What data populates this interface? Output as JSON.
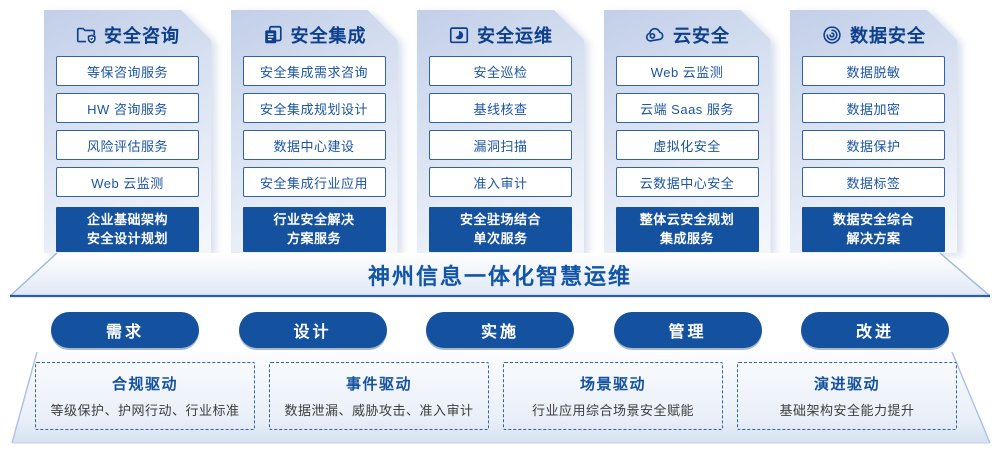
{
  "colors": {
    "primary_blue": "#14519E",
    "navy_text": "#0D3F8C",
    "item_border_blue": "#2E62AB",
    "item_text_blue": "#1B55A3",
    "banner_text_blue": "#1254A8",
    "description_gray": "#3D3D3D"
  },
  "columns": [
    {
      "icon": "folder-shield-icon",
      "title": "安全咨询",
      "items": [
        "等保咨询服务",
        "HW 咨询服务",
        "风险评估服务",
        "Web 云监测"
      ],
      "footer": "企业基础架构\n安全设计规划"
    },
    {
      "icon": "copy-docs-icon",
      "title": "安全集成",
      "items": [
        "安全集成需求咨询",
        "安全集成规划设计",
        "数据中心建设",
        "安全集成行业应用"
      ],
      "footer": "行业安全解决\n方案服务"
    },
    {
      "icon": "folder-chart-icon",
      "title": "安全运维",
      "items": [
        "安全巡检",
        "基线核查",
        "漏洞扫描",
        "准入审计"
      ],
      "footer": "安全驻场结合\n单次服务"
    },
    {
      "icon": "cloud-icon",
      "title": "云安全",
      "items": [
        "Web 云监测",
        "云端 Saas 服务",
        "虚拟化安全",
        "云数据中心安全"
      ],
      "footer": "整体云安全规划\n集成服务"
    },
    {
      "icon": "fingerprint-icon",
      "title": "数据安全",
      "items": [
        "数据脱敏",
        "数据加密",
        "数据保护",
        "数据标签"
      ],
      "footer": "数据安全综合\n解决方案"
    }
  ],
  "banner": {
    "title": "神州信息一体化智慧运维"
  },
  "phases": [
    "需求",
    "设计",
    "实施",
    "管理",
    "改进"
  ],
  "drivers": [
    {
      "title": "合规驱动",
      "desc": "等级保护、护网行动、行业标准"
    },
    {
      "title": "事件驱动",
      "desc": "数据泄漏、威胁攻击、准入审计"
    },
    {
      "title": "场景驱动",
      "desc": "行业应用综合场景安全赋能"
    },
    {
      "title": "演进驱动",
      "desc": "基础架构安全能力提升"
    }
  ]
}
